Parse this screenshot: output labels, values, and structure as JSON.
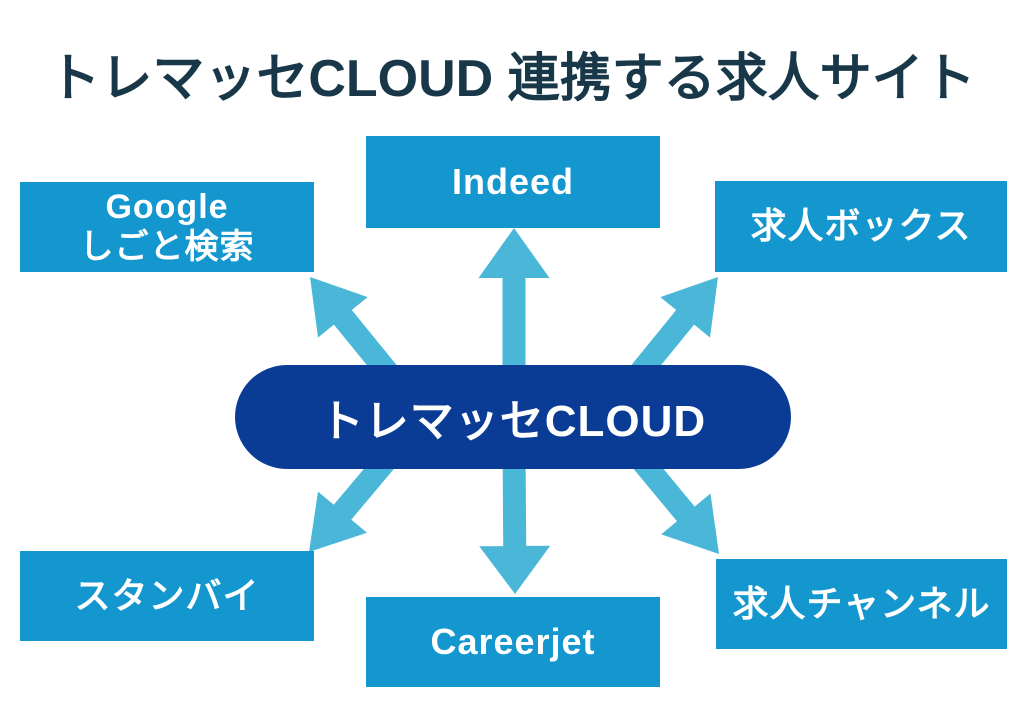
{
  "title": "トレマッセCLOUD 連携する求人サイト",
  "center": {
    "label": "トレマッセCLOUD"
  },
  "sites": [
    {
      "name": "google-jobs",
      "label": "Google\nしごと検索",
      "position": "top-left"
    },
    {
      "name": "indeed",
      "label": "Indeed",
      "position": "top-center"
    },
    {
      "name": "kyujin-box",
      "label": "求人ボックス",
      "position": "top-right"
    },
    {
      "name": "stanby",
      "label": "スタンバイ",
      "position": "bottom-left"
    },
    {
      "name": "careerjet",
      "label": "Careerjet",
      "position": "bottom-center"
    },
    {
      "name": "kyujin-channel",
      "label": "求人チャンネル",
      "position": "bottom-right"
    }
  ],
  "colors": {
    "background": "#ffffff",
    "title_text": "#18384a",
    "site_box": "#1397ce",
    "site_text": "#ffffff",
    "center_pill": "#0a3c96",
    "center_text": "#ffffff",
    "arrow": "#4ab7d9"
  }
}
